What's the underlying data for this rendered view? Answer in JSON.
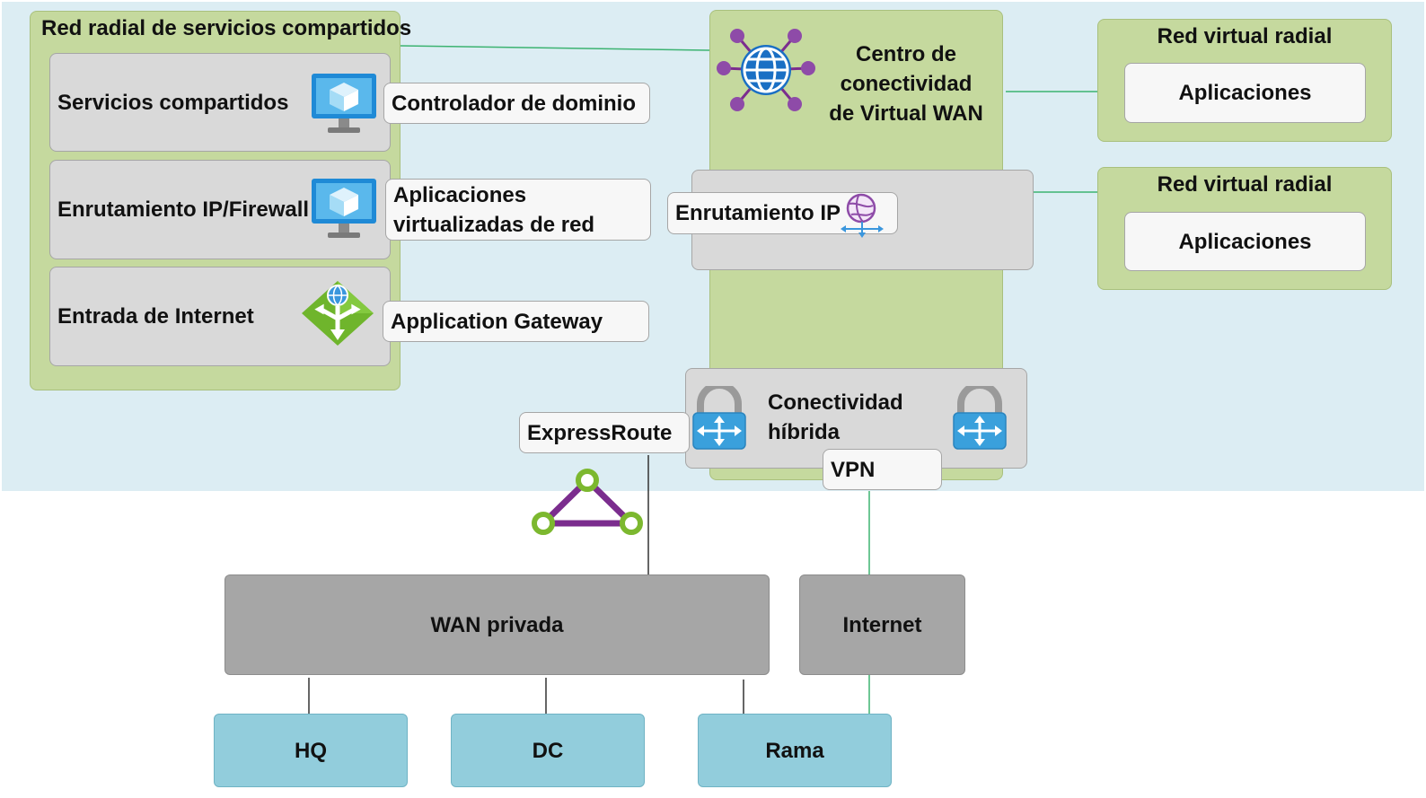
{
  "shared_hub": {
    "title": "Red radial de servicios compartidos",
    "rows": [
      {
        "label": "Servicios compartidos",
        "tag": "Controlador de dominio",
        "icon": "virtual-machine-icon"
      },
      {
        "label": "Enrutamiento IP/Firewall",
        "tag_line1": "Aplicaciones",
        "tag_line2": "virtualizadas de red",
        "icon": "virtual-machine-icon"
      },
      {
        "label": "Entrada de Internet",
        "tag": "Application Gateway",
        "icon": "application-gateway-icon"
      }
    ]
  },
  "vwan_hub": {
    "title_line1": "Centro de",
    "title_line2": "conectividad",
    "title_line3": "de Virtual WAN",
    "icon": "virtual-wan-globe-icon",
    "ip_routing": {
      "label": "Enrutamiento IP",
      "icon": "route-icon"
    },
    "hybrid": {
      "label_line1": "Conectividad",
      "label_line2": "híbrida",
      "expressroute": "ExpressRoute",
      "vpn": "VPN",
      "icons": [
        "expressroute-gateway-icon",
        "vpn-gateway-icon"
      ]
    }
  },
  "spokes": [
    {
      "title": "Red virtual radial",
      "app": "Aplicaciones"
    },
    {
      "title": "Red virtual radial",
      "app": "Aplicaciones"
    }
  ],
  "on_prem": {
    "private_wan": "WAN privada",
    "internet": "Internet",
    "sites": [
      "HQ",
      "DC",
      "Rama"
    ],
    "circuit_icon": "expressroute-circuit-icon"
  },
  "colors": {
    "azure_region": "#dcedf3",
    "green": "#c5d99e",
    "grey": "#d9d9d9",
    "dark_grey": "#a6a6a6",
    "site": "#92cddc",
    "connector": "#3cb371",
    "purple": "#7b2d8e"
  }
}
